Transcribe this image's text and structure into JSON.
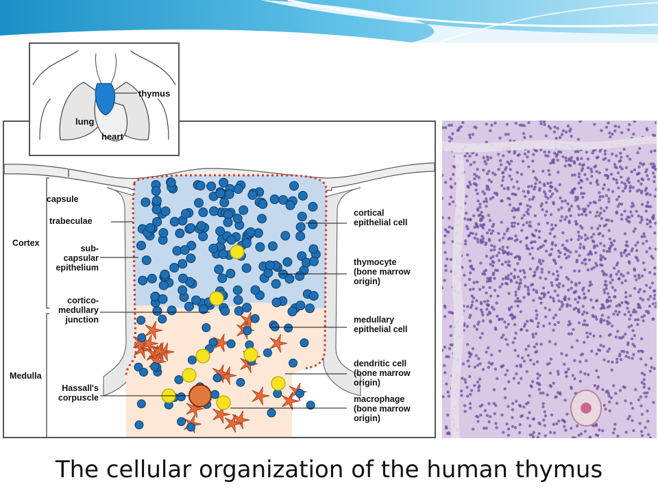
{
  "banner": {
    "accent": "#4fb3dc"
  },
  "inset": {
    "labels": {
      "thymus": "thymus",
      "lung": "lung",
      "heart": "heart"
    },
    "thymus_color": "#1e7fd0"
  },
  "diagram": {
    "left_labels": {
      "capsule": "capsule",
      "trabeculae": "trabeculae",
      "cortex": "Cortex",
      "subcapsular": "sub-\ncapsular\nepithelium",
      "cortico": "cortico-\nmedullary\njunction",
      "medulla": "Medulla",
      "hassalls": "Hassall's\ncorpuscle"
    },
    "right_labels": {
      "cortical": "cortical\nepithelial cell",
      "thymocyte": "thymocyte\n(bone marrow\norigin)",
      "medullary": "medullary\nepithelial cell",
      "dendritic": "dendritic cell\n(bone marrow\norigin)",
      "macrophage": "macrophage\n(bone marrow\norigin)"
    },
    "colors": {
      "thymocyte": "#1f6fb4",
      "cortex_bg": "#c5d9ee",
      "medulla_bg": "#fde7d6",
      "dendritic": "#e8693a",
      "macrophage": "#f4e31e"
    }
  },
  "micrograph": {
    "stain": "#6a4fa0"
  },
  "caption": "The cellular organization of the human thymus"
}
